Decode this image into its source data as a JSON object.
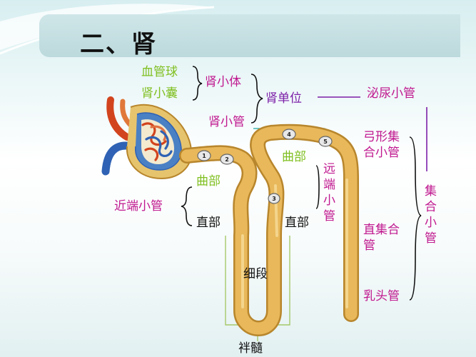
{
  "title": "二、肾",
  "labels": {
    "glomerulus": "血管球",
    "renal_capsule": "肾小囊",
    "renal_corpuscle": "肾小体",
    "renal_tubule": "肾小管",
    "nephron": "肾单位",
    "uriniferous_tubule": "泌尿小管",
    "arched_collecting_tubule": [
      "弓形集",
      "合小管"
    ],
    "straight_collecting_duct": [
      "直集合",
      "管"
    ],
    "papillary_duct": "乳头管",
    "collecting_tubule": [
      "集",
      "合",
      "小",
      "管"
    ],
    "proximal_tubule": "近端小管",
    "proximal_convoluted": "曲部",
    "proximal_straight": "直部",
    "thin_segment": "细段",
    "distal_convoluted": "曲部",
    "distal_straight": "直部",
    "distal_tubule": [
      "远",
      "端",
      "小",
      "管"
    ],
    "medullary_loop": "袢髓"
  },
  "markers": [
    "1",
    "2",
    "3",
    "4",
    "5"
  ],
  "colors": {
    "tubule": "#e8b85a",
    "tubule_edge": "#b8862c",
    "capsule": "#e6c46e",
    "capsule_inner": "#4a80c4",
    "blood_red": "#d2441e",
    "blood_blue": "#2f62b4",
    "green": "#7fbf1f",
    "magenta": "#c0188f",
    "purple": "#7c1fa8"
  }
}
